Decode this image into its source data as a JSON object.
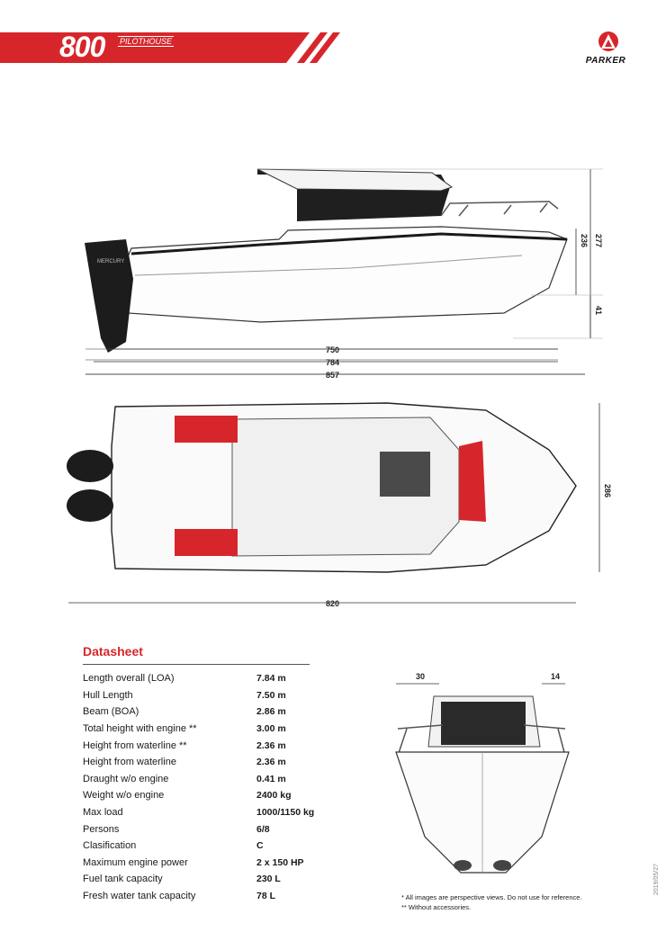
{
  "header": {
    "model_number": "800",
    "model_name": "PILOTHOUSE",
    "brand": "PARKER",
    "accent_color": "#d7262b"
  },
  "side_view": {
    "dimensions": {
      "total_height": "277",
      "height_waterline": "236",
      "draught": "41",
      "hull_length": "750",
      "length_overall": "784",
      "length_with_engine": "857"
    },
    "engine_brand": "MERCURY"
  },
  "top_view": {
    "dimensions": {
      "beam": "286",
      "length": "820"
    }
  },
  "front_view": {
    "dimensions": {
      "left_offset": "30",
      "right_offset": "14"
    }
  },
  "datasheet": {
    "title": "Datasheet",
    "rows": [
      {
        "label": "Length overall (LOA)",
        "value": "7.84 m"
      },
      {
        "label": "Hull Length",
        "value": "7.50 m"
      },
      {
        "label": "Beam (BOA)",
        "value": "2.86 m"
      },
      {
        "label": "Total height with engine **",
        "value": "3.00 m"
      },
      {
        "label": "Height from waterline **",
        "value": "2.36 m"
      },
      {
        "label": "Height from waterline",
        "value": "2.36 m"
      },
      {
        "label": "Draught w/o engine",
        "value": "0.41 m"
      },
      {
        "label": "Weight w/o engine",
        "value": "2400 kg"
      },
      {
        "label": "Max load",
        "value": "1000/1150 kg"
      },
      {
        "label": "Persons",
        "value": "6/8"
      },
      {
        "label": "Clasification",
        "value": "C"
      },
      {
        "label": "Maximum engine power",
        "value": "2 x 150 HP"
      },
      {
        "label": "Fuel tank capacity",
        "value": "230 L"
      },
      {
        "label": "Fresh water tank capacity",
        "value": "78 L"
      }
    ]
  },
  "notes": {
    "note1": "*  All images are perspective views. Do not use for reference.",
    "note2": "** Without accessories."
  },
  "date_code": "2019/05/27"
}
